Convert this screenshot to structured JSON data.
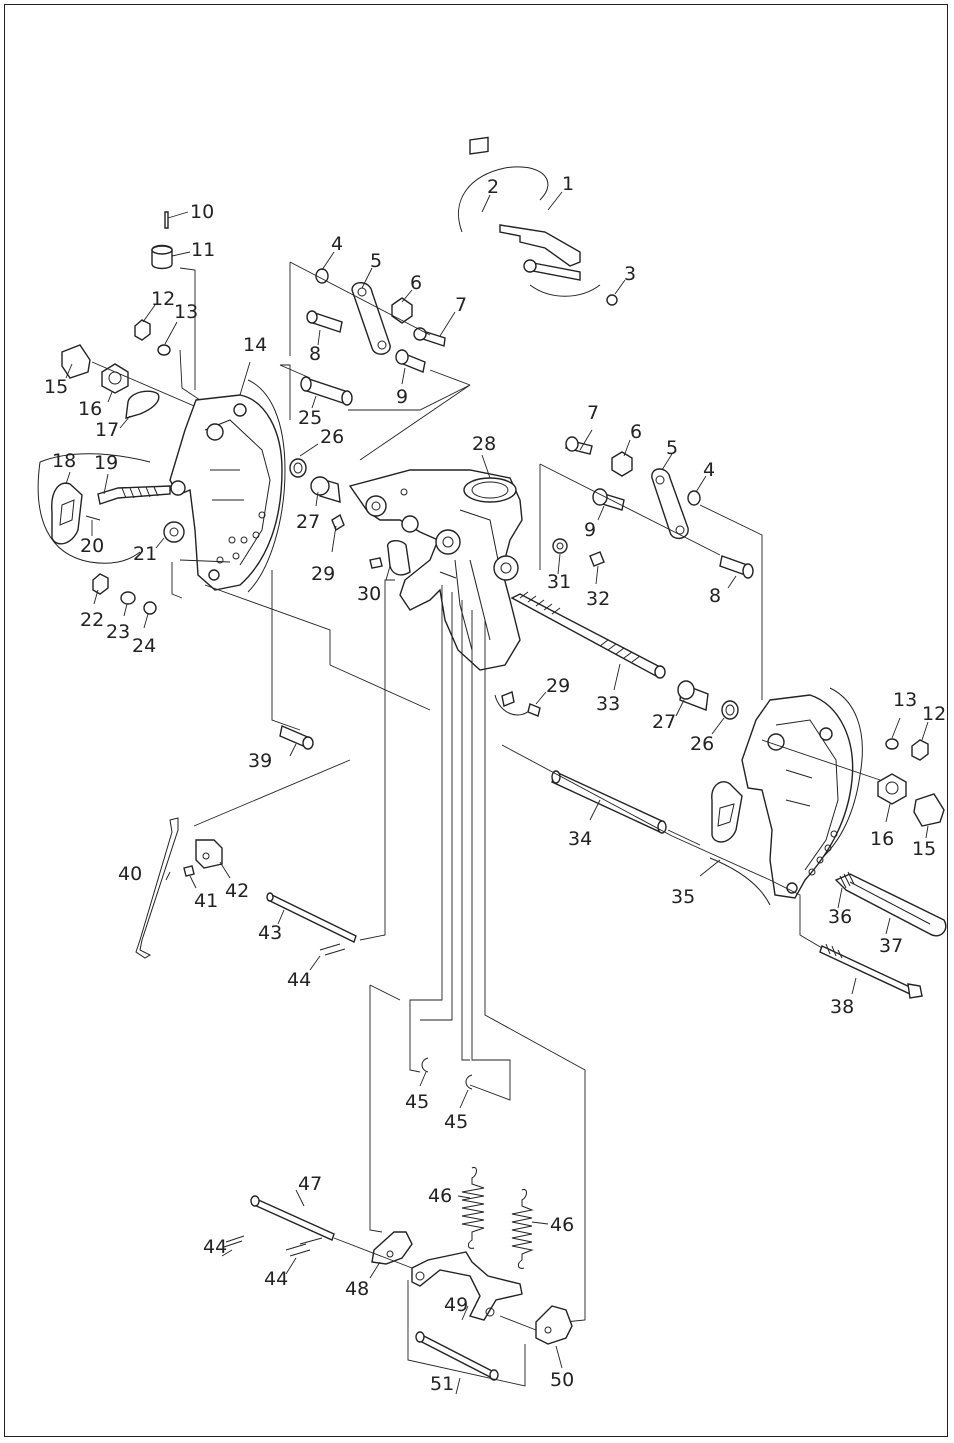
{
  "callouts": [
    {
      "id": "c1",
      "text": "1"
    },
    {
      "id": "c2",
      "text": "2"
    },
    {
      "id": "c3",
      "text": "3"
    },
    {
      "id": "c4a",
      "text": "4"
    },
    {
      "id": "c5a",
      "text": "5"
    },
    {
      "id": "c6a",
      "text": "6"
    },
    {
      "id": "c7a",
      "text": "7"
    },
    {
      "id": "c8a",
      "text": "8"
    },
    {
      "id": "c9a",
      "text": "9"
    },
    {
      "id": "c10",
      "text": "10"
    },
    {
      "id": "c11",
      "text": "11"
    },
    {
      "id": "c12a",
      "text": "12"
    },
    {
      "id": "c13a",
      "text": "13"
    },
    {
      "id": "c14",
      "text": "14"
    },
    {
      "id": "c15a",
      "text": "15"
    },
    {
      "id": "c16a",
      "text": "16"
    },
    {
      "id": "c17",
      "text": "17"
    },
    {
      "id": "c18",
      "text": "18"
    },
    {
      "id": "c19",
      "text": "19"
    },
    {
      "id": "c20",
      "text": "20"
    },
    {
      "id": "c21",
      "text": "21"
    },
    {
      "id": "c22",
      "text": "22"
    },
    {
      "id": "c23",
      "text": "23"
    },
    {
      "id": "c24",
      "text": "24"
    },
    {
      "id": "c25",
      "text": "25"
    },
    {
      "id": "c26a",
      "text": "26"
    },
    {
      "id": "c27a",
      "text": "27"
    },
    {
      "id": "c28",
      "text": "28"
    },
    {
      "id": "c29a",
      "text": "29"
    },
    {
      "id": "c30",
      "text": "30"
    },
    {
      "id": "c7b",
      "text": "7"
    },
    {
      "id": "c6b",
      "text": "6"
    },
    {
      "id": "c5b",
      "text": "5"
    },
    {
      "id": "c4b",
      "text": "4"
    },
    {
      "id": "c9b",
      "text": "9"
    },
    {
      "id": "c31",
      "text": "31"
    },
    {
      "id": "c32",
      "text": "32"
    },
    {
      "id": "c8b",
      "text": "8"
    },
    {
      "id": "c29b",
      "text": "29"
    },
    {
      "id": "c33",
      "text": "33"
    },
    {
      "id": "c27b",
      "text": "27"
    },
    {
      "id": "c26b",
      "text": "26"
    },
    {
      "id": "c13b",
      "text": "13"
    },
    {
      "id": "c12b",
      "text": "12"
    },
    {
      "id": "c39",
      "text": "39"
    },
    {
      "id": "c34",
      "text": "34"
    },
    {
      "id": "c16b",
      "text": "16"
    },
    {
      "id": "c15b",
      "text": "15"
    },
    {
      "id": "c40",
      "text": "40"
    },
    {
      "id": "c41",
      "text": "41"
    },
    {
      "id": "c42",
      "text": "42"
    },
    {
      "id": "c35",
      "text": "35"
    },
    {
      "id": "c36",
      "text": "36"
    },
    {
      "id": "c43",
      "text": "43"
    },
    {
      "id": "c37",
      "text": "37"
    },
    {
      "id": "c44a",
      "text": "44"
    },
    {
      "id": "c38",
      "text": "38"
    },
    {
      "id": "c45a",
      "text": "45"
    },
    {
      "id": "c45b",
      "text": "45"
    },
    {
      "id": "c47",
      "text": "47"
    },
    {
      "id": "c46a",
      "text": "46"
    },
    {
      "id": "c46b",
      "text": "46"
    },
    {
      "id": "c44b",
      "text": "44"
    },
    {
      "id": "c44c",
      "text": "44"
    },
    {
      "id": "c48",
      "text": "48"
    },
    {
      "id": "c49",
      "text": "49"
    },
    {
      "id": "c50",
      "text": "50"
    },
    {
      "id": "c51",
      "text": "51"
    }
  ]
}
